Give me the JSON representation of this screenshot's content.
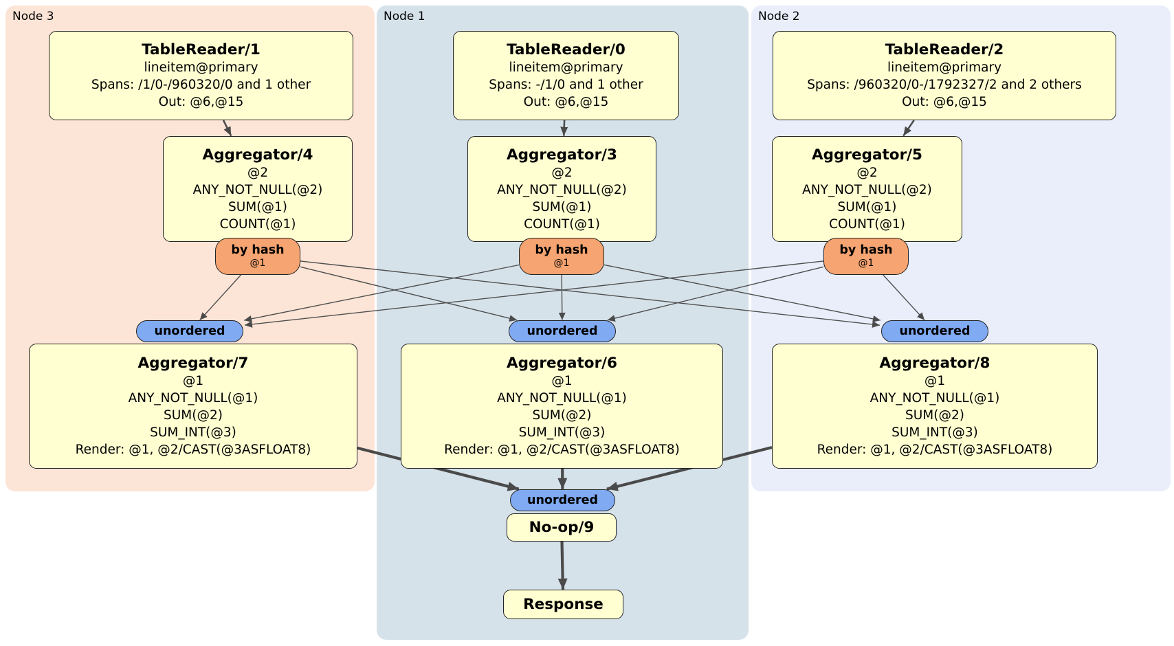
{
  "regions": {
    "node3": {
      "label": "Node 3"
    },
    "node1": {
      "label": "Node 1"
    },
    "node2": {
      "label": "Node 2"
    }
  },
  "processors": {
    "tablereader1": {
      "title": "TableReader/1",
      "lines": [
        "lineitem@primary",
        "Spans: /1/0-/960320/0 and 1 other",
        "Out: @6,@15"
      ]
    },
    "tablereader0": {
      "title": "TableReader/0",
      "lines": [
        "lineitem@primary",
        "Spans: -/1/0 and 1 other",
        "Out: @6,@15"
      ]
    },
    "tablereader2": {
      "title": "TableReader/2",
      "lines": [
        "lineitem@primary",
        "Spans: /960320/0-/1792327/2 and 2 others",
        "Out: @6,@15"
      ]
    },
    "aggregator4": {
      "title": "Aggregator/4",
      "lines": [
        "@2",
        "ANY_NOT_NULL(@2)",
        "SUM(@1)",
        "COUNT(@1)"
      ]
    },
    "aggregator3": {
      "title": "Aggregator/3",
      "lines": [
        "@2",
        "ANY_NOT_NULL(@2)",
        "SUM(@1)",
        "COUNT(@1)"
      ]
    },
    "aggregator5": {
      "title": "Aggregator/5",
      "lines": [
        "@2",
        "ANY_NOT_NULL(@2)",
        "SUM(@1)",
        "COUNT(@1)"
      ]
    },
    "aggregator7": {
      "title": "Aggregator/7",
      "lines": [
        "@1",
        "ANY_NOT_NULL(@1)",
        "SUM(@2)",
        "SUM_INT(@3)",
        "Render: @1, @2/CAST(@3ASFLOAT8)"
      ]
    },
    "aggregator6": {
      "title": "Aggregator/6",
      "lines": [
        "@1",
        "ANY_NOT_NULL(@1)",
        "SUM(@2)",
        "SUM_INT(@3)",
        "Render: @1, @2/CAST(@3ASFLOAT8)"
      ]
    },
    "aggregator8": {
      "title": "Aggregator/8",
      "lines": [
        "@1",
        "ANY_NOT_NULL(@1)",
        "SUM(@2)",
        "SUM_INT(@3)",
        "Render: @1, @2/CAST(@3ASFLOAT8)"
      ]
    },
    "noop9": {
      "title": "No-op/9"
    },
    "response": {
      "title": "Response"
    }
  },
  "routers": {
    "router4": {
      "label": "by hash",
      "detail": "@1"
    },
    "router3": {
      "label": "by hash",
      "detail": "@1"
    },
    "router5": {
      "label": "by hash",
      "detail": "@1"
    }
  },
  "streams": {
    "sync7": {
      "label": "unordered"
    },
    "sync6": {
      "label": "unordered"
    },
    "sync8": {
      "label": "unordered"
    },
    "sync9": {
      "label": "unordered"
    }
  },
  "edges": [
    {
      "from": "tablereader-1-box",
      "to": "aggregator-4-box",
      "style": "mid"
    },
    {
      "from": "tablereader-0-box",
      "to": "aggregator-3-box",
      "style": "mid"
    },
    {
      "from": "tablereader-2-box",
      "to": "aggregator-5-box",
      "style": "mid"
    },
    {
      "from": "router-4-pill",
      "to": "sync-7-pill",
      "style": "thin"
    },
    {
      "from": "router-4-pill",
      "to": "sync-6-pill",
      "style": "thin"
    },
    {
      "from": "router-4-pill",
      "to": "sync-8-pill",
      "style": "thin"
    },
    {
      "from": "router-3-pill",
      "to": "sync-7-pill",
      "style": "thin"
    },
    {
      "from": "router-3-pill",
      "to": "sync-6-pill",
      "style": "thin"
    },
    {
      "from": "router-3-pill",
      "to": "sync-8-pill",
      "style": "thin"
    },
    {
      "from": "router-5-pill",
      "to": "sync-7-pill",
      "style": "thin"
    },
    {
      "from": "router-5-pill",
      "to": "sync-6-pill",
      "style": "thin"
    },
    {
      "from": "router-5-pill",
      "to": "sync-8-pill",
      "style": "thin"
    },
    {
      "from": "aggregator-7-box",
      "to": "sync-9-pill",
      "style": "thick"
    },
    {
      "from": "aggregator-6-box",
      "to": "sync-9-pill",
      "style": "thick"
    },
    {
      "from": "aggregator-8-box",
      "to": "sync-9-pill",
      "style": "thick"
    },
    {
      "from": "noop-9-box",
      "to": "response-box",
      "style": "thick"
    }
  ],
  "colors": {
    "node3_bg": "#fce4d6",
    "node1_bg": "#d6e2ea",
    "node2_bg": "#e9eefa",
    "box_bg": "#ffffd2",
    "box_border": "#222222",
    "router_bg": "#f6a471",
    "sync_bg": "#80aaf2",
    "edge": "#4a4a4a"
  }
}
